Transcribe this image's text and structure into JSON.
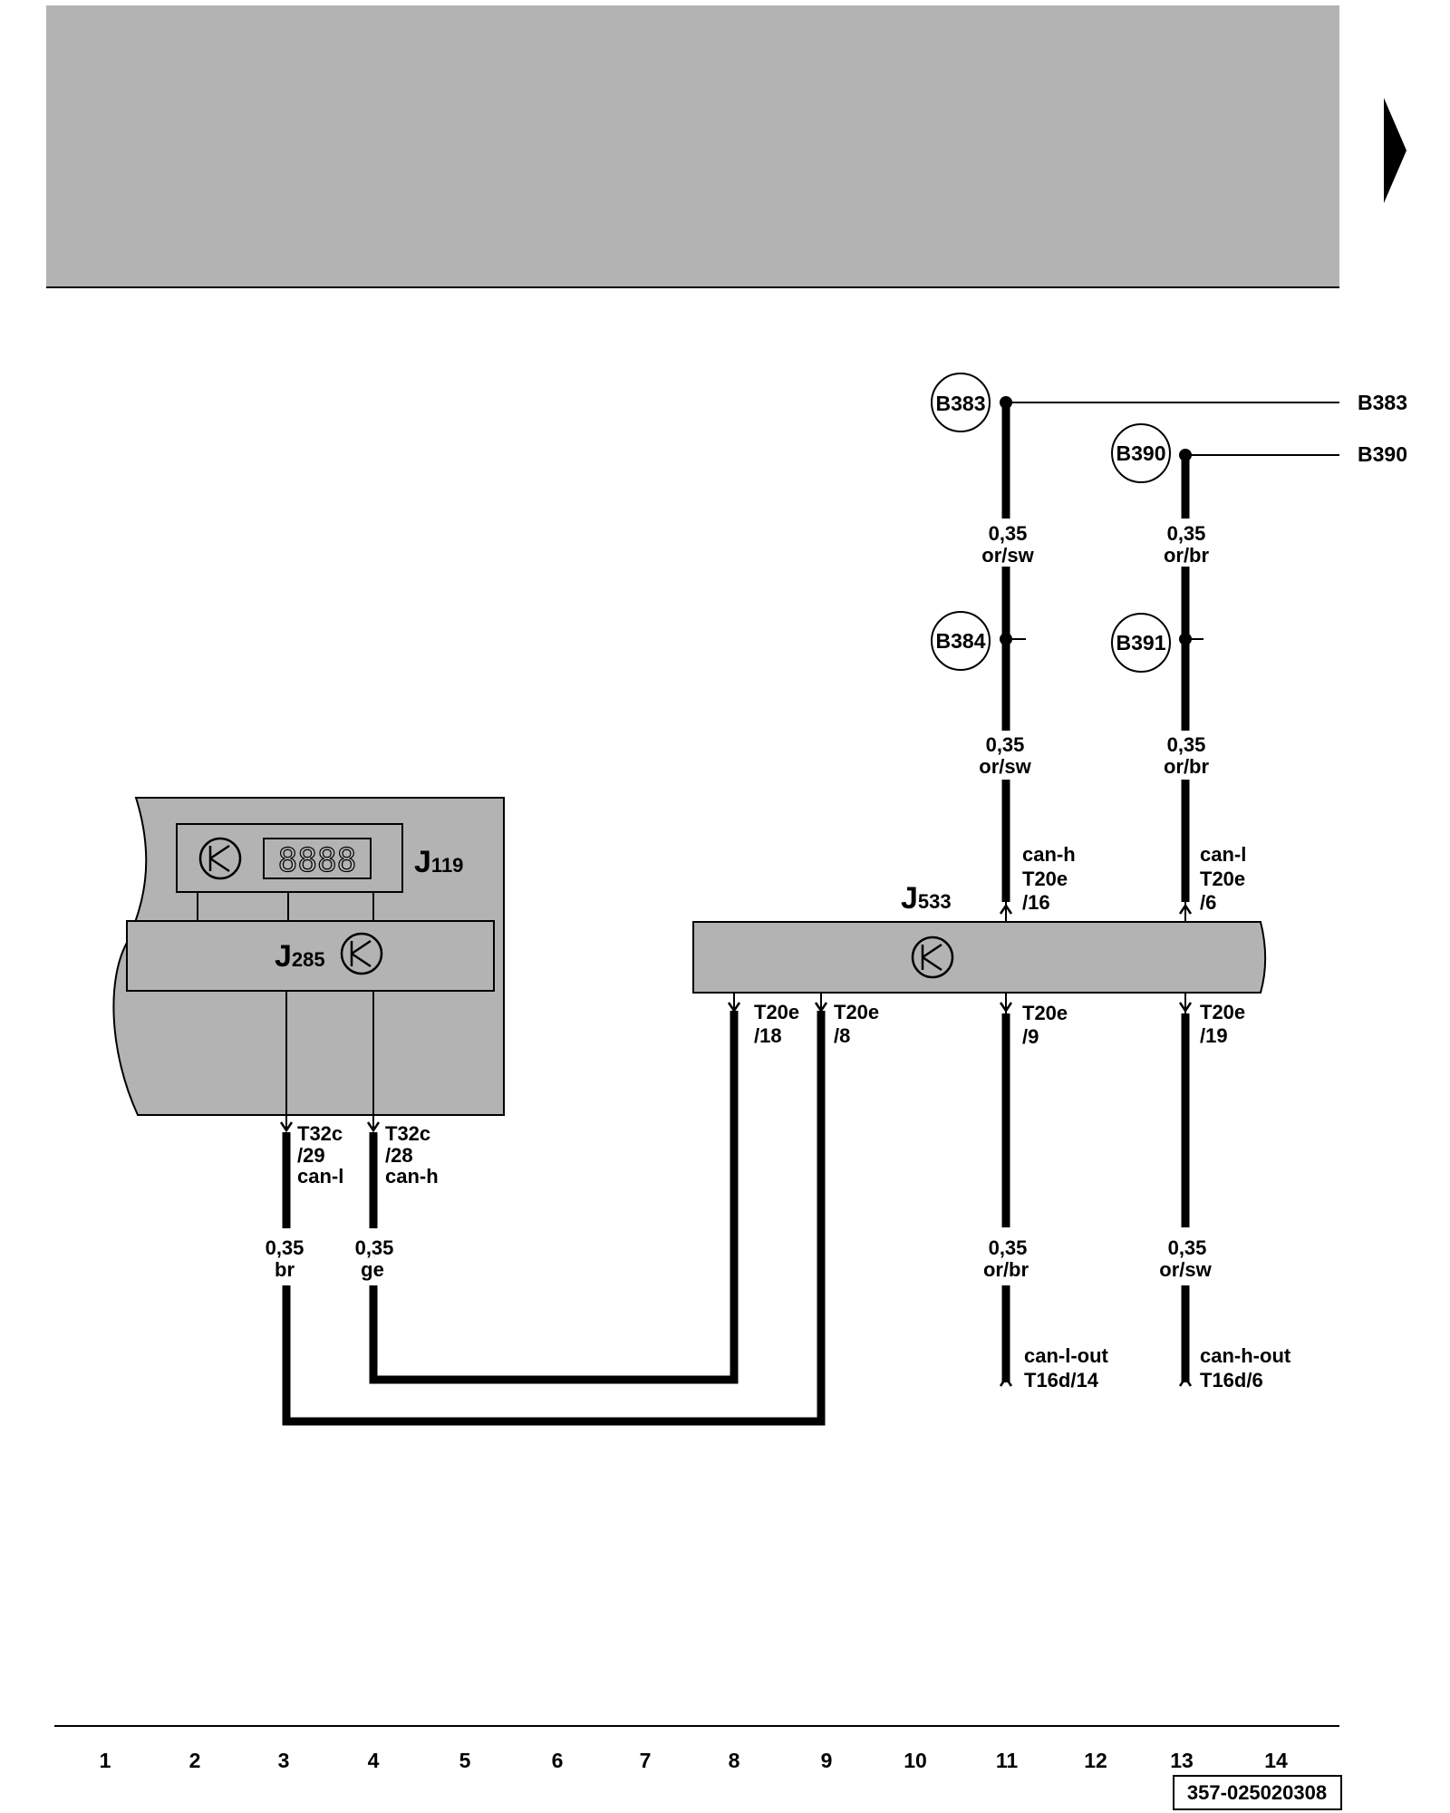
{
  "header_arrow": "next-page-arrow",
  "connectors": {
    "b383_left": "B383",
    "b383_right": "B383",
    "b390_left": "B390",
    "b390_right": "B390",
    "b384": "B384",
    "b391": "B391"
  },
  "wires": {
    "w11_top_size": "0,35",
    "w11_top_color": "or/sw",
    "w13_top_size": "0,35",
    "w13_top_color": "or/br",
    "w11_mid_size": "0,35",
    "w11_mid_color": "or/sw",
    "w13_mid_size": "0,35",
    "w13_mid_color": "or/br",
    "w3_size": "0,35",
    "w3_color": "br",
    "w4_size": "0,35",
    "w4_color": "ge",
    "w11_bot_size": "0,35",
    "w11_bot_color": "or/br",
    "w13_bot_size": "0,35",
    "w13_bot_color": "or/sw"
  },
  "components": {
    "j119_letter": "J",
    "j119_num": "119",
    "j285_letter": "J",
    "j285_num": "285",
    "j533_letter": "J",
    "j533_num": "533",
    "display_digits": "8888"
  },
  "pins": {
    "j533_top_11_sig": "can-h",
    "j533_top_11_pin_a": "T20e",
    "j533_top_11_pin_b": "/16",
    "j533_top_13_sig": "can-l",
    "j533_top_13_pin_a": "T20e",
    "j533_top_13_pin_b": "/6",
    "j533_bot_8_a": "T20e",
    "j533_bot_8_b": "/18",
    "j533_bot_9_a": "T20e",
    "j533_bot_9_b": "/8",
    "j533_bot_11_a": "T20e",
    "j533_bot_11_b": "/9",
    "j533_bot_13_a": "T20e",
    "j533_bot_13_b": "/19",
    "j285_3_a": "T32c",
    "j285_3_b": "/29",
    "j285_3_sig": "can-l",
    "j285_4_a": "T32c",
    "j285_4_b": "/28",
    "j285_4_sig": "can-h",
    "out_11_sig": "can-l-out",
    "out_11_pin": "T16d/14",
    "out_13_sig": "can-h-out",
    "out_13_pin": "T16d/6"
  },
  "footer": {
    "columns": [
      "1",
      "2",
      "3",
      "4",
      "5",
      "6",
      "7",
      "8",
      "9",
      "10",
      "11",
      "12",
      "13",
      "14"
    ],
    "diagram_id": "357-025020308"
  }
}
